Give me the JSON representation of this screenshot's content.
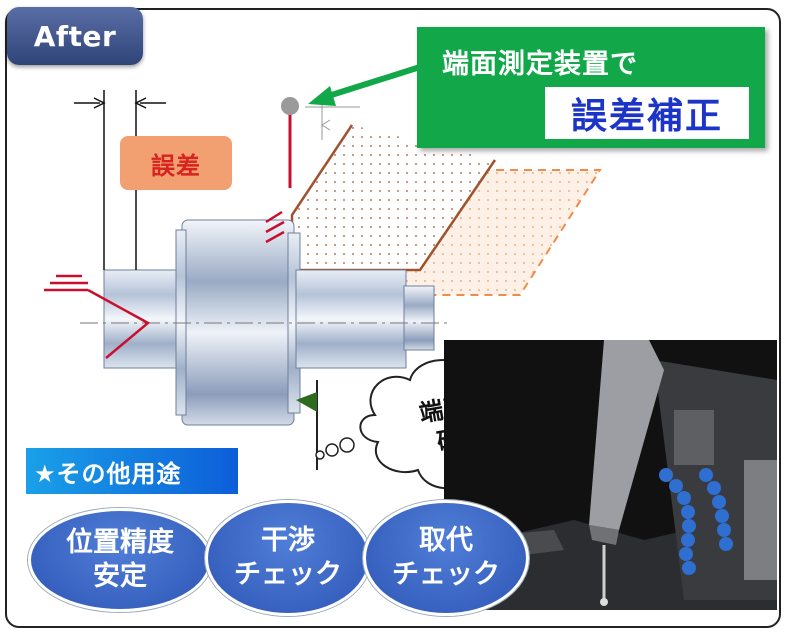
{
  "after_label": "After",
  "callout": {
    "line1": "端面測定装置で",
    "line2": "誤差補正"
  },
  "error_label": "誤差",
  "thought_bubble": {
    "line1": "端面位置",
    "line2": "確認！"
  },
  "other_uses": {
    "title": "★その他用途",
    "items": [
      {
        "line1": "位置精度",
        "line2": "安定"
      },
      {
        "line1": "干渉",
        "line2": "チェック"
      },
      {
        "line1": "取代",
        "line2": "チェック"
      }
    ]
  },
  "colors": {
    "tab": "#3a4f88",
    "callout_bg": "#12a84a",
    "callout_text": "#1d35c7",
    "error_badge": "#f2a071",
    "error_text": "#d8231f",
    "tool_red": "#c8102e",
    "stock_brown": "#a0522d",
    "ellipse_blue": "#3a63c4",
    "banner_blue": "#0d6fe0"
  }
}
